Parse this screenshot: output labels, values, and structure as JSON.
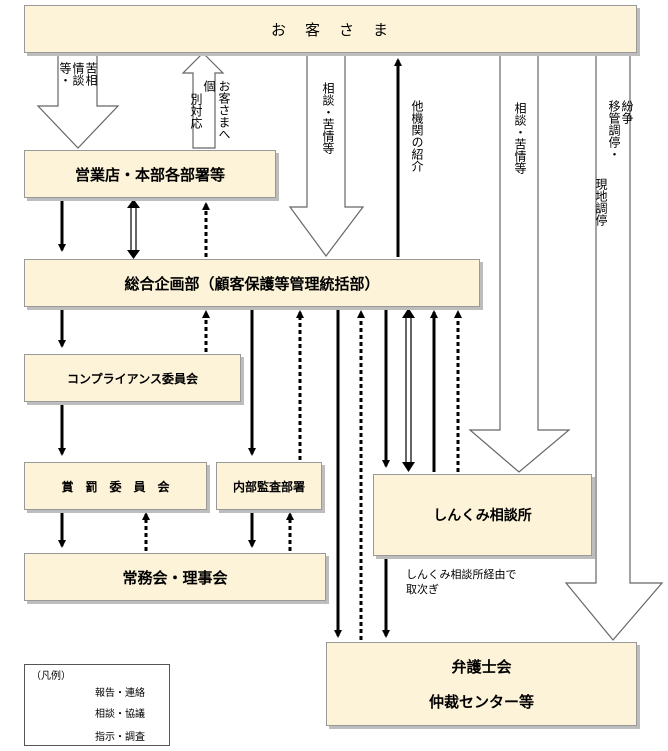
{
  "nodes": {
    "customer": "お　客　さ　ま",
    "branch": "営業店・本部各部署等",
    "planning": "総合企画部（顧客保護等管理統括部）",
    "compliance": "コンプライアンス委員会",
    "reward": "賞　罰　委　員　会",
    "audit": "内部監査部署",
    "board": "常務会・理事会",
    "consult_center": "しんくみ相談所",
    "bar": "弁護士会",
    "arbitration": "仲裁センター等"
  },
  "labels": {
    "complaints_col1": "苦相",
    "complaints_col2": "情談",
    "complaints_col3": "等・",
    "individual_col1": "お客さまへ",
    "individual_col2": "個",
    "individual_col3": "別対応",
    "consult_complaints_1": "相談・苦情等",
    "other_institutions": "他機関の紹介",
    "consult_complaints_2": "相談・苦情等",
    "dispute_col1": "紛争",
    "dispute_col2": "移管調停・",
    "dispute_col3": "現地調停",
    "via_center_line1": "しんくみ相談所経由で",
    "via_center_line2": "取次ぎ"
  },
  "legend": {
    "title": "（凡例）",
    "report": "報告・連絡",
    "consult": "相談・協議",
    "instruct": "指示・調査"
  }
}
